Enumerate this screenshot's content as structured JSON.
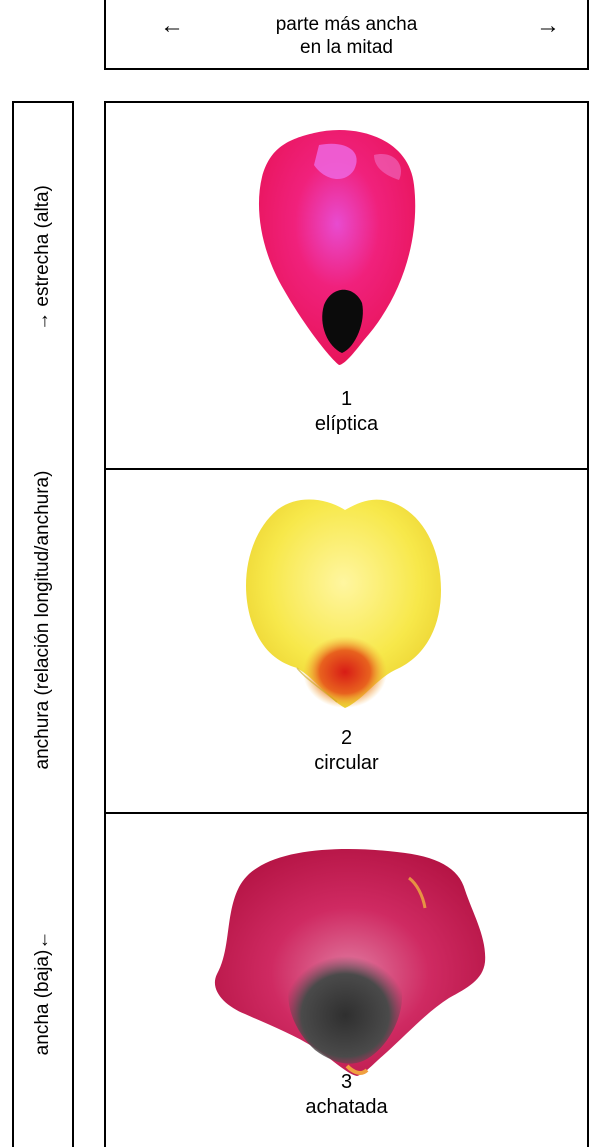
{
  "header": {
    "arrow_left": "←",
    "text_line1": "parte más ancha",
    "text_line2": "en la mitad",
    "arrow_right": "→"
  },
  "side": {
    "top_label": "→ estrecha (alta)",
    "middle_label": "anchura (relación longitud/anchura)",
    "bottom_label": "ancha (baja)←"
  },
  "petals": [
    {
      "number": "1",
      "name": "elíptica",
      "colors": {
        "main": "#f0145a",
        "highlight": "#e03ad0",
        "base": "#0a0a0a"
      }
    },
    {
      "number": "2",
      "name": "circular",
      "colors": {
        "main": "#f7e84a",
        "highlight": "#fff79a",
        "base": "#e0281c"
      }
    },
    {
      "number": "3",
      "name": "achatada",
      "colors": {
        "main": "#c8174f",
        "highlight": "#e07aa0",
        "base": "#3d3d3d"
      }
    }
  ]
}
